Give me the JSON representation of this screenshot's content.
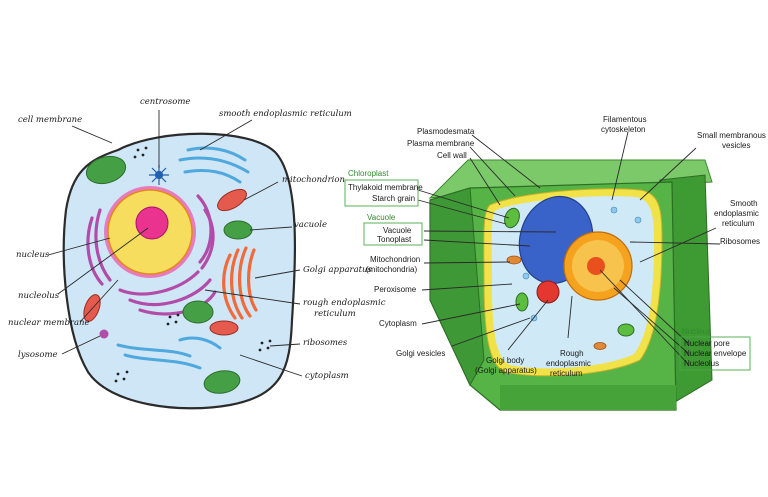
{
  "animal_cell": {
    "labels": {
      "centrosome": "centrosome",
      "cell_membrane": "cell membrane",
      "smooth_er": "smooth endoplasmic reticulum",
      "mitochondrion": "mitochondrion",
      "vacuole": "vacuole",
      "golgi": "Golgi apparatus",
      "rough_er_1": "rough endoplasmic",
      "rough_er_2": "reticulum",
      "ribosomes": "ribosomes",
      "cytoplasm": "cytoplasm",
      "nucleus": "nucleus",
      "nucleolus": "nucleolus",
      "nuclear_membrane": "nuclear membrane",
      "lysosome": "lysosome"
    }
  },
  "plant_cell": {
    "labels": {
      "plasmodesmata": "Plasmodesmata",
      "plasma_membrane": "Plasma membrane",
      "cell_wall": "Cell wall",
      "filamentous_1": "Filamentous",
      "filamentous_2": "cytoskeleton",
      "small_vesicles_1": "Small membranous",
      "small_vesicles_2": "vesicles",
      "chloroplast_group": "Chloroplast",
      "thylakoid": "Thylakoid membrane",
      "starch": "Starch grain",
      "vacuole_group": "Vacuole",
      "vacuole": "Vacuole",
      "tonoplast": "Tonoplast",
      "mitochondrion_1": "Mitochondrion",
      "mitochondrion_2": "(mitochondria)",
      "peroxisome": "Peroxisome",
      "cytoplasm": "Cytoplasm",
      "golgi_vesicles": "Golgi vesicles",
      "golgi_body_1": "Golgi body",
      "golgi_body_2": "(Golgi apparatus)",
      "rough_er_1": "Rough",
      "rough_er_2": "endoplasmic",
      "rough_er_3": "reticulum",
      "smooth_er_1": "Smooth",
      "smooth_er_2": "endoplasmic",
      "smooth_er_3": "reticulum",
      "ribosomes": "Ribosomes",
      "nucleus_group": "Nucleus",
      "nuclear_pore": "Nuclear pore",
      "nuclear_envelope": "Nuclear envelope",
      "nucleolus": "Nucleolus"
    }
  },
  "colors": {
    "cytoplasm_animal": "#cfe6f7",
    "nucleus_yellow": "#f7dd5e",
    "nucleolus_pink": "#e9338f",
    "er_purple": "#b24ca8",
    "mito_red": "#e45b4e",
    "vacuole_green": "#45a045",
    "golgi_orange": "#f06a3a",
    "smooth_er_blue": "#4fa8de",
    "wall_green": "#4cae3a",
    "plant_nucleus": "#f5a21e",
    "plant_vacuole": "#3a63c9",
    "label_green": "#2e8b2e"
  }
}
